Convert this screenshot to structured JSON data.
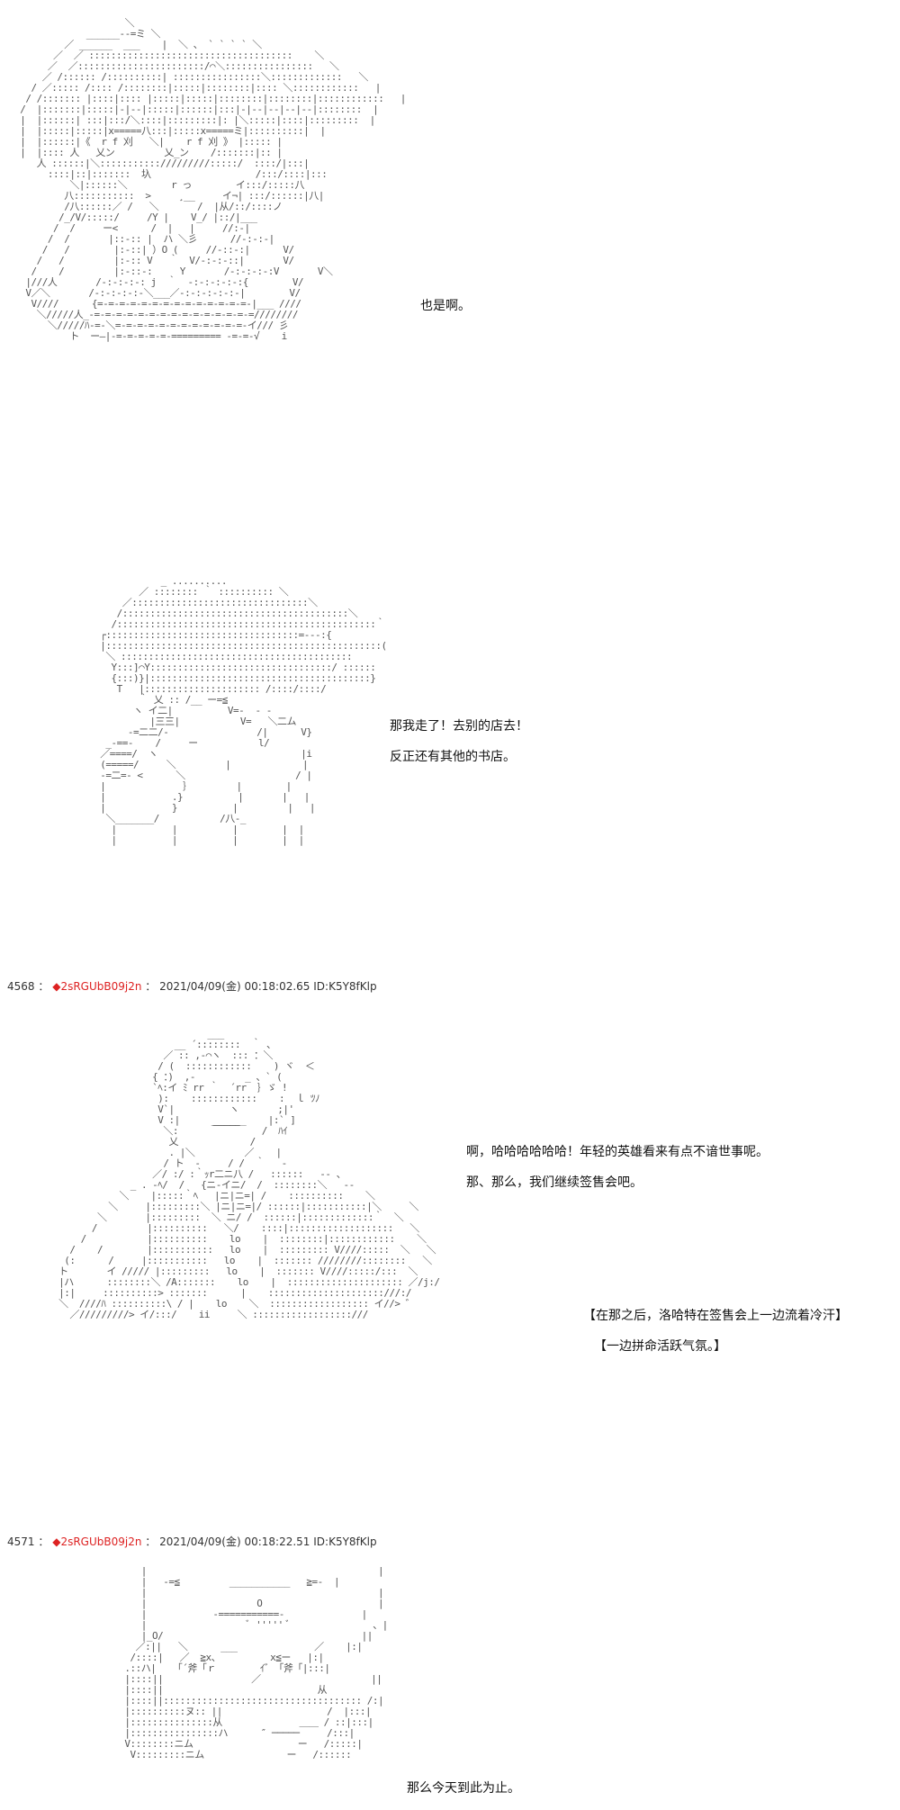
{
  "scenes": [
    {
      "dialog": [
        "也是啊。"
      ]
    },
    {
      "dialog": [
        "那我走了！去别的店去！",
        "反正还有其他的书店。"
      ]
    },
    {
      "dialog": [
        "啊，哈哈哈哈哈哈！年轻的英雄看来有点不谙世事呢。",
        "那、那么，我们继续签售会吧。",
        "【在那之后，洛哈特在签售会上一边流着冷汗】",
        "【一边拼命活跃气氛。】"
      ]
    },
    {
      "dialog": [
        "那么今天到此为止。"
      ]
    }
  ],
  "posts": [
    {
      "number": "4568",
      "sep": "：",
      "marker": "◆",
      "trip": "2sRGUbB09j2n",
      "sep2": "：",
      "datetime": "2021/04/09(金) 00:18:02.65 ID:K5Y8fKlp"
    },
    {
      "number": "4571",
      "sep": "：",
      "marker": "◆",
      "trip": "2sRGUbB09j2n",
      "sep2": "：",
      "datetime": "2021/04/09(金) 00:18:22.51 ID:K5Y8fKlp"
    }
  ]
}
